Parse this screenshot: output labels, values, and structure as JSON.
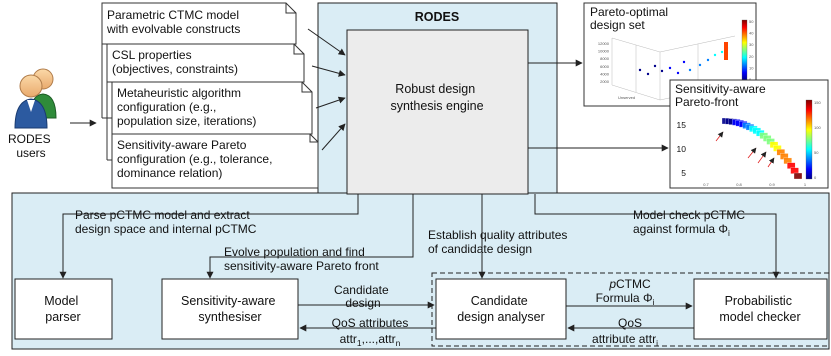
{
  "rodes_title": "RODES",
  "users": {
    "label1": "RODES",
    "label2": "users",
    "icon": "users-icon"
  },
  "inputs": {
    "doc1": [
      "Parametric CTMC model",
      "with evolvable constructs"
    ],
    "doc2": [
      "CSL properties",
      "(objectives, constraints)"
    ],
    "doc3": [
      "Metaheuristic algorithm",
      "configuration (e.g.,",
      "population size, iterations)"
    ],
    "doc4": [
      "Sensitivity-aware Pareto",
      "configuration (e.g., tolerance,",
      "dominance relation)"
    ]
  },
  "engine": [
    "Robust design",
    "synthesis engine"
  ],
  "outputs": {
    "pareto_set_title": [
      "Pareto-optimal",
      "design set"
    ],
    "pareto_front_title": [
      "Sensitivity-aware",
      "Pareto-front"
    ],
    "set_colorbar_ticks": [
      "50",
      "40",
      "30",
      "20",
      "10",
      "0"
    ],
    "set_axis_ticks": [
      "12000",
      "10000",
      "8000",
      "6000",
      "4000",
      "2000"
    ],
    "set_axis_label": "Unserved",
    "front_y_ticks": [
      "15",
      "10",
      "5"
    ],
    "front_x_ticks": [
      "0.7",
      "0.8",
      "0.9",
      "1"
    ],
    "front_colorbar_ticks": [
      "150",
      "100",
      "50",
      "0"
    ]
  },
  "steps": {
    "parse": [
      "Parse pCTMC model and extract",
      "design space and internal pCTMC"
    ],
    "evolve": [
      "Evolve population and find",
      "sensitivity-aware Pareto front"
    ],
    "establish": [
      "Establish quality attributes",
      "of candidate design"
    ],
    "check": [
      "Model check pCTMC",
      "against formula Φ"
    ],
    "check_sub": "i"
  },
  "components": {
    "parser": [
      "Model",
      "parser"
    ],
    "synthesiser": [
      "Sensitivity-aware",
      "synthesiser"
    ],
    "analyser": [
      "Candidate",
      "design analyser"
    ],
    "checker": [
      "Probabilistic",
      "model checker"
    ]
  },
  "flows": {
    "candidate": [
      "Candidate",
      "design"
    ],
    "qos_attrs": "QoS attributes",
    "attr_list": [
      "attr",
      "1",
      ",...,attr",
      "n"
    ],
    "pctmc_p": "p",
    "pctmc_rest": "CTMC",
    "formula": [
      "Formula Φ",
      "i"
    ],
    "qos": "QoS",
    "attribute": [
      "attribute attr",
      "i"
    ]
  },
  "colors": {
    "panel_fill": "#daedf5",
    "engine_fill": "#ececec",
    "stroke": "#222222",
    "jet": [
      "#00008b",
      "#0000ff",
      "#0080ff",
      "#00ffff",
      "#80ff80",
      "#ffff00",
      "#ff8000",
      "#ff0000",
      "#800000"
    ]
  }
}
